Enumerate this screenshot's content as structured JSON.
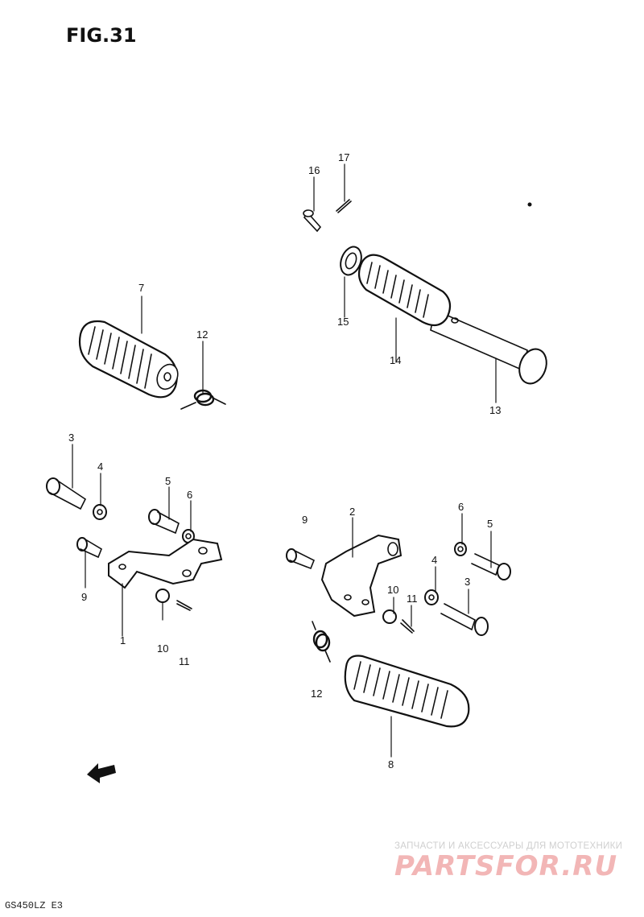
{
  "figure": {
    "title": "FIG.31",
    "footer": "GS450LZ E3"
  },
  "watermark": {
    "tagline": "ЗАПЧАСТИ И АКСЕССУАРЫ ДЛЯ МОТОТЕХНИКИ",
    "logo": "PARTSFOR.RU"
  },
  "callouts": {
    "p1": "1",
    "p2": "2",
    "p3a": "3",
    "p3b": "3",
    "p4a": "4",
    "p4b": "4",
    "p5a": "5",
    "p5b": "5",
    "p6a": "6",
    "p6b": "6",
    "p7": "7",
    "p8": "8",
    "p9a": "9",
    "p9b": "9",
    "p10a": "10",
    "p10b": "10",
    "p11a": "11",
    "p11b": "11",
    "p12a": "12",
    "p12b": "12",
    "p13": "13",
    "p14": "14",
    "p15": "15",
    "p16": "16",
    "p17": "17"
  },
  "colors": {
    "ink": "#111111",
    "watermark_red": "#f2b6b6"
  }
}
